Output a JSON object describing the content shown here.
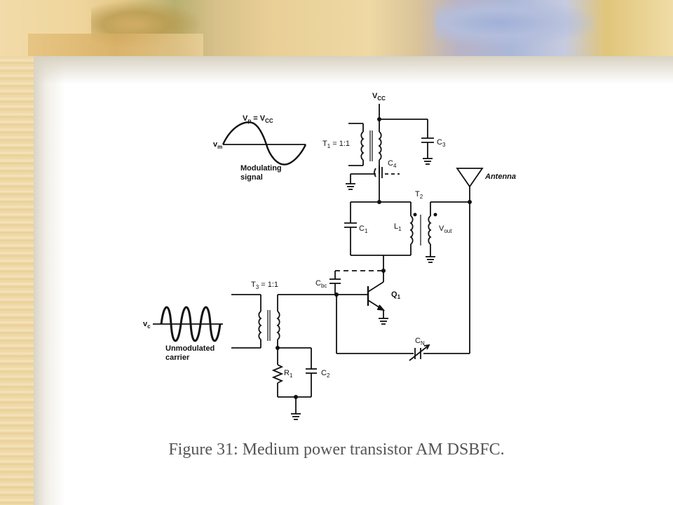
{
  "caption": "Figure 31: Medium power transistor AM DSBFC.",
  "labels": {
    "vcc": "V",
    "vcc_sub": "CC",
    "vp_eq": "V",
    "vp_sub": "p",
    "vp_mid": " = V",
    "vp_sub2": "CC",
    "vm": "v",
    "vm_sub": "m",
    "modulating_1": "Modulating",
    "modulating_2": "signal",
    "t1": "T",
    "t1_sub": "1",
    "t1_ratio": " = 1:1",
    "c3": "C",
    "c3_sub": "3",
    "c4": "C",
    "c4_sub": "4",
    "antenna": "Antenna",
    "t2": "T",
    "t2_sub": "2",
    "c1": "C",
    "c1_sub": "1",
    "l1": "L",
    "l1_sub": "1",
    "vout": "V",
    "vout_sub": "out",
    "t3": "T",
    "t3_sub": "3",
    "t3_ratio": " = 1:1",
    "cbc": "C",
    "cbc_sub": "bc",
    "q1": "Q",
    "q1_sub": "1",
    "vc": "v",
    "vc_sub": "c",
    "carrier_1": "Unmodulated",
    "carrier_2": "carrier",
    "cn": "C",
    "cn_sub": "N",
    "r1": "R",
    "r1_sub": "1",
    "c2": "C",
    "c2_sub": "2"
  }
}
